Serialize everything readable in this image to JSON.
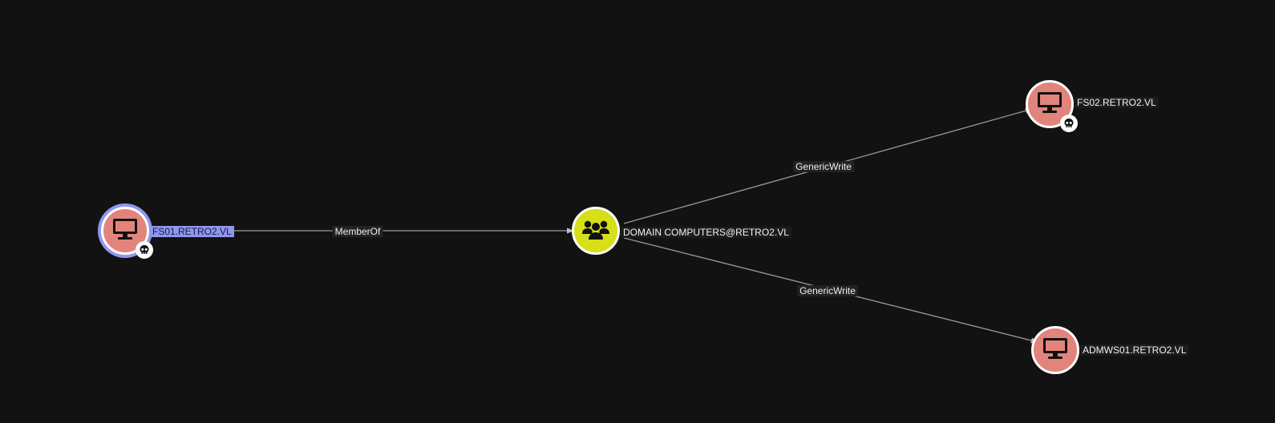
{
  "graph": {
    "nodes": {
      "fs01": {
        "label": "FS01.RETRO2.VL",
        "type": "computer",
        "icon": "computer-icon",
        "badge": "skull-icon",
        "selected": true
      },
      "domain_computers": {
        "label": "DOMAIN COMPUTERS@RETRO2.VL",
        "type": "group",
        "icon": "group-icon"
      },
      "fs02": {
        "label": "FS02.RETRO2.VL",
        "type": "computer",
        "icon": "computer-icon",
        "badge": "skull-icon"
      },
      "admws01": {
        "label": "ADMWS01.RETRO2.VL",
        "type": "computer",
        "icon": "computer-icon"
      }
    },
    "edges": {
      "memberof": {
        "label": "MemberOf",
        "from": "FS01.RETRO2.VL",
        "to": "DOMAIN COMPUTERS@RETRO2.VL"
      },
      "genericwrite_fs02": {
        "label": "GenericWrite",
        "from": "DOMAIN COMPUTERS@RETRO2.VL",
        "to": "FS02.RETRO2.VL"
      },
      "genericwrite_admws01": {
        "label": "GenericWrite",
        "from": "DOMAIN COMPUTERS@RETRO2.VL",
        "to": "ADMWS01.RETRO2.VL"
      }
    }
  },
  "colors": {
    "background": "#121212",
    "computer_node": "#e2847c",
    "group_node": "#d6df17",
    "selection": "#8f97ef",
    "edge": "#9a9a9a"
  }
}
